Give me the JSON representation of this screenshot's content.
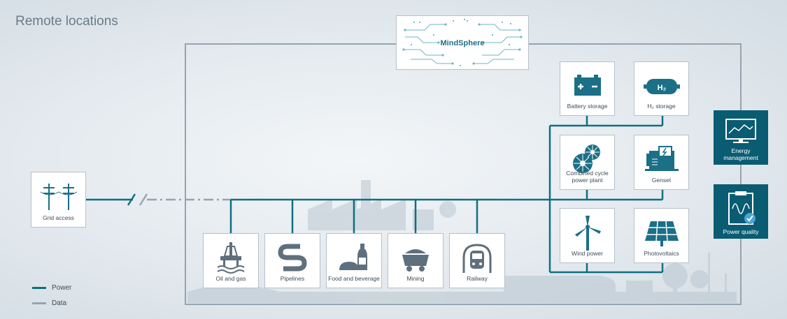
{
  "page": {
    "title": "Remote locations"
  },
  "mindsphere": {
    "label": "MindSphere"
  },
  "grid": {
    "label": "Grid access"
  },
  "industries": [
    {
      "id": "oil-and-gas",
      "label": "Oil and gas",
      "icon": "oil-rig-icon"
    },
    {
      "id": "pipelines",
      "label": "Pipelines",
      "icon": "pipeline-icon"
    },
    {
      "id": "food-and-beverage",
      "label": "Food and beverage",
      "icon": "bread-bottle-icon"
    },
    {
      "id": "mining",
      "label": "Mining",
      "icon": "mine-cart-icon"
    },
    {
      "id": "railway",
      "label": "Railway",
      "icon": "train-icon"
    }
  ],
  "sources": [
    {
      "id": "battery-storage",
      "label": "Battery storage",
      "icon": "battery-icon"
    },
    {
      "id": "h2-storage",
      "label": "H₂ storage",
      "icon": "hydrogen-tank-icon",
      "badge": "H₂"
    },
    {
      "id": "combined-cycle",
      "label": "Combined cycle power plant",
      "icon": "turbine-icon"
    },
    {
      "id": "genset",
      "label": "Genset",
      "icon": "genset-icon"
    },
    {
      "id": "wind-power",
      "label": "Wind power",
      "icon": "wind-turbine-icon"
    },
    {
      "id": "photovoltaics",
      "label": "Photovoltaics",
      "icon": "solar-panel-icon"
    }
  ],
  "services": [
    {
      "id": "energy-management",
      "label": "Energy management",
      "icon": "monitor-chart-icon"
    },
    {
      "id": "power-quality",
      "label": "Power quality",
      "icon": "clipboard-waveform-icon"
    }
  ],
  "legend": [
    {
      "label": "Power",
      "color": "#0f6f80"
    },
    {
      "label": "Data",
      "color": "#95a4b1"
    }
  ],
  "colors": {
    "power": "#0f6f80",
    "data": "#95a4b1",
    "icon": "#5e6f7d",
    "service_bg": "#0a5c72",
    "accent": "#1b6f86"
  }
}
